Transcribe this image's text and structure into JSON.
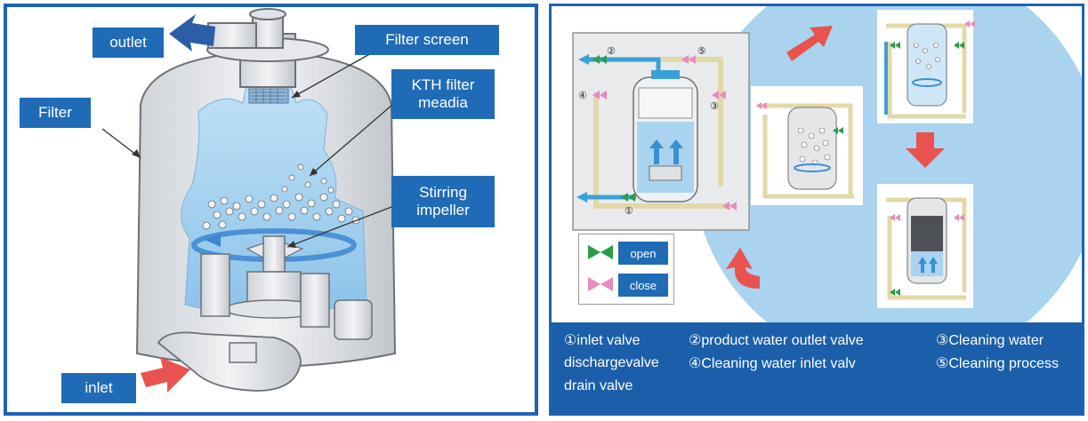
{
  "left": {
    "labels": {
      "outlet": "outlet",
      "filter_screen": "Filter screen",
      "filter": "Filter",
      "kth_media": "KTH filter meadia",
      "stirring": "Stirring impeller",
      "inlet": "inlet"
    }
  },
  "right": {
    "valve_numbers": [
      "②",
      "⑤",
      "④",
      "③",
      "①"
    ],
    "legend": {
      "open": "open",
      "close": "close"
    },
    "caption": {
      "row1": [
        "①inlet valve",
        "②product water outlet valve",
        "③Cleaning water"
      ],
      "row2": [
        "dischargevalve",
        "④Cleaning water inlet valv",
        "⑤Cleaning process"
      ],
      "row3": [
        "drain valve"
      ]
    }
  },
  "colors": {
    "frame_blue": "#1d63b4",
    "label_blue": "#1f6bb6",
    "caption_blue": "#1b5faa",
    "water_blue": "#a9d3ef",
    "arrow_red": "#e8534f",
    "valve_green": "#2a9d4a",
    "valve_pink": "#e98bbf"
  },
  "icons": [
    "outlet-arrow-icon",
    "inlet-arrow-icon",
    "open-valve-icon",
    "close-valve-icon",
    "process-arrow-icon"
  ]
}
